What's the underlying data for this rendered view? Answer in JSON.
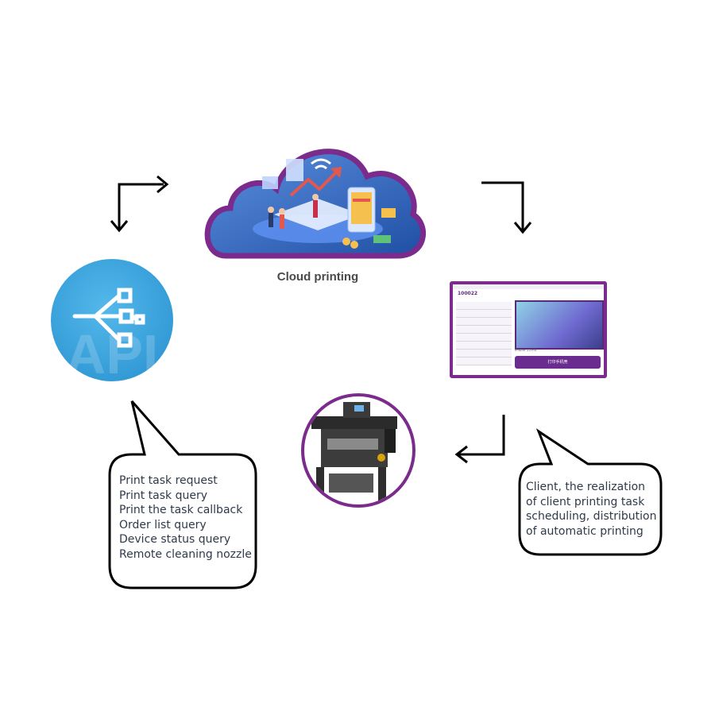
{
  "cloud": {
    "label": "Cloud printing"
  },
  "api": {
    "watermark": "API"
  },
  "api_bubble": {
    "items": [
      "Print task request",
      "Print task query",
      "Print the task callback",
      "Order list query",
      "Device status query",
      "Remote cleaning nozzle"
    ]
  },
  "client_bubble": {
    "lines": [
      "Client, the realization",
      "of client printing task",
      "scheduling, distribution",
      "of automatic printing"
    ]
  },
  "client_screen": {
    "app_code": "100022",
    "caption_left": "iPhone 15 Pro",
    "print_button": "打印手机壳"
  },
  "colors": {
    "cloud_border": "#7b2b8c",
    "cloud_fill": "#2f6fbd",
    "api_circle": "#3aa6df",
    "printer_border": "#7b2b8c",
    "arrow": "#000000"
  }
}
